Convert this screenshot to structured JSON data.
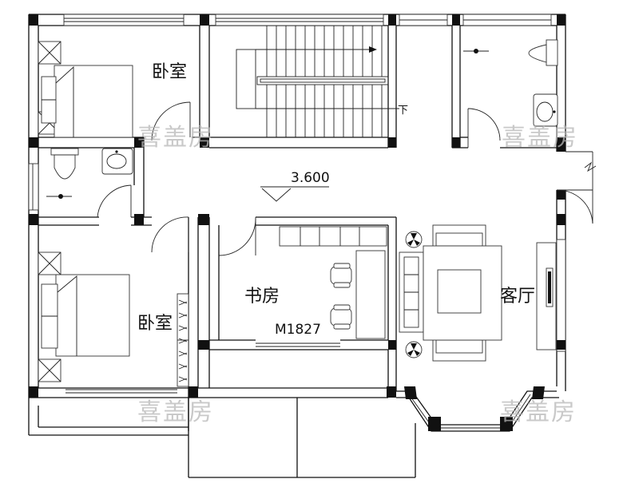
{
  "rooms": {
    "bedroom_top": "卧室",
    "bedroom_bottom": "卧室",
    "study": "书房",
    "living": "客厅"
  },
  "level_mark": "3.600",
  "door_code": "M1827",
  "stair_label": "下",
  "watermark": "喜盖房"
}
